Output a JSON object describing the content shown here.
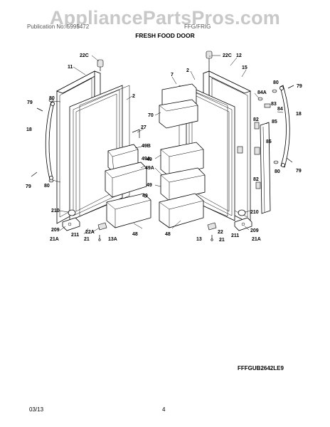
{
  "watermark": "AppliancePartsPros.com",
  "header": {
    "left": "Publication No: 5995472",
    "right": "FFG/FRIG",
    "title": "FRESH FOOD DOOR"
  },
  "model": "FFFGUB2642LE9",
  "footer": {
    "date": "03/13",
    "page": "4"
  },
  "callouts": {
    "l22c": "22C",
    "l11": "11",
    "l2a": "2",
    "l80a": "80",
    "l79a": "79",
    "l18a": "18",
    "l27": "27",
    "l49b": "49B",
    "l49a_l": "49A",
    "l80b": "80",
    "l79b": "79",
    "l49_l": "49",
    "l210a": "210",
    "l209a": "209",
    "l211a": "211",
    "l22a": "22A",
    "l21a_l": "21A",
    "l21_l": "21",
    "l13a": "13A",
    "l48a": "48",
    "r22c": "22C",
    "r12": "12",
    "r7": "7",
    "r2": "2",
    "r15": "15",
    "r80a": "80",
    "r79a": "79",
    "r84a": "84A",
    "r83": "83",
    "r84": "84",
    "r18": "18",
    "r70": "70",
    "r82a": "82",
    "r85": "85",
    "r86": "86",
    "r49a": "49",
    "r49a2": "49A",
    "r49b": "49",
    "r80b": "80",
    "r79b": "79",
    "r82b": "82",
    "r210": "210",
    "r209": "209",
    "r211": "211",
    "r21a": "21A",
    "r22": "22",
    "r13": "13",
    "r21": "21",
    "r48": "48"
  }
}
